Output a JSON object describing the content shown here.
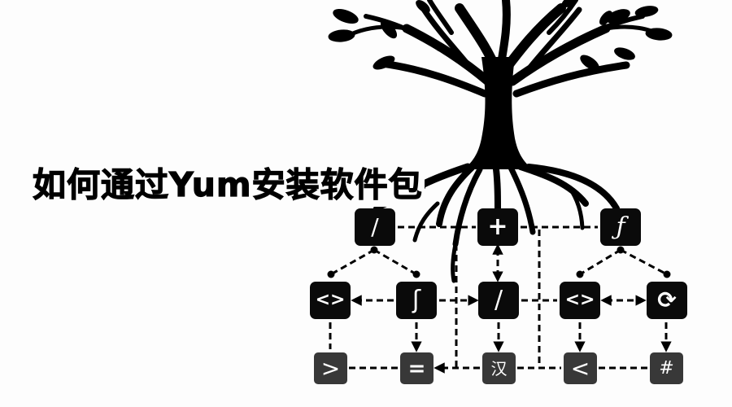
{
  "title": "如何通过Yum安装软件包",
  "colors": {
    "background": "#fdfdfd",
    "tree": "#000000",
    "node_dark": "#0a0a0a",
    "node_grey": "#383838",
    "node_text": "#ffffff"
  },
  "diagram": {
    "rows": [
      {
        "name": "top",
        "nodes": [
          {
            "id": "n1",
            "glyph": "/",
            "icon": "slash-icon"
          },
          {
            "id": "n2",
            "glyph": "+",
            "icon": "plus-icon"
          },
          {
            "id": "n3",
            "glyph": "ƒ",
            "icon": "function-icon"
          }
        ]
      },
      {
        "name": "middle",
        "nodes": [
          {
            "id": "n4",
            "glyph": "<>",
            "icon": "code-brackets-icon"
          },
          {
            "id": "n5",
            "glyph": "ʃ",
            "icon": "integral-icon"
          },
          {
            "id": "n6",
            "glyph": "/",
            "icon": "slash-icon"
          },
          {
            "id": "n7",
            "glyph": "<>",
            "icon": "code-brackets-icon"
          },
          {
            "id": "n8",
            "glyph": "⟳",
            "icon": "refresh-cycle-icon"
          }
        ]
      },
      {
        "name": "bottom",
        "nodes": [
          {
            "id": "n9",
            "glyph": ">",
            "icon": "greater-than-icon"
          },
          {
            "id": "n10",
            "glyph": "=",
            "icon": "equals-icon"
          },
          {
            "id": "n11",
            "glyph": "汉",
            "icon": "hanzi-icon"
          },
          {
            "id": "n12",
            "glyph": "<",
            "icon": "less-than-icon"
          },
          {
            "id": "n13",
            "glyph": "#",
            "icon": "hash-icon"
          }
        ]
      }
    ]
  }
}
